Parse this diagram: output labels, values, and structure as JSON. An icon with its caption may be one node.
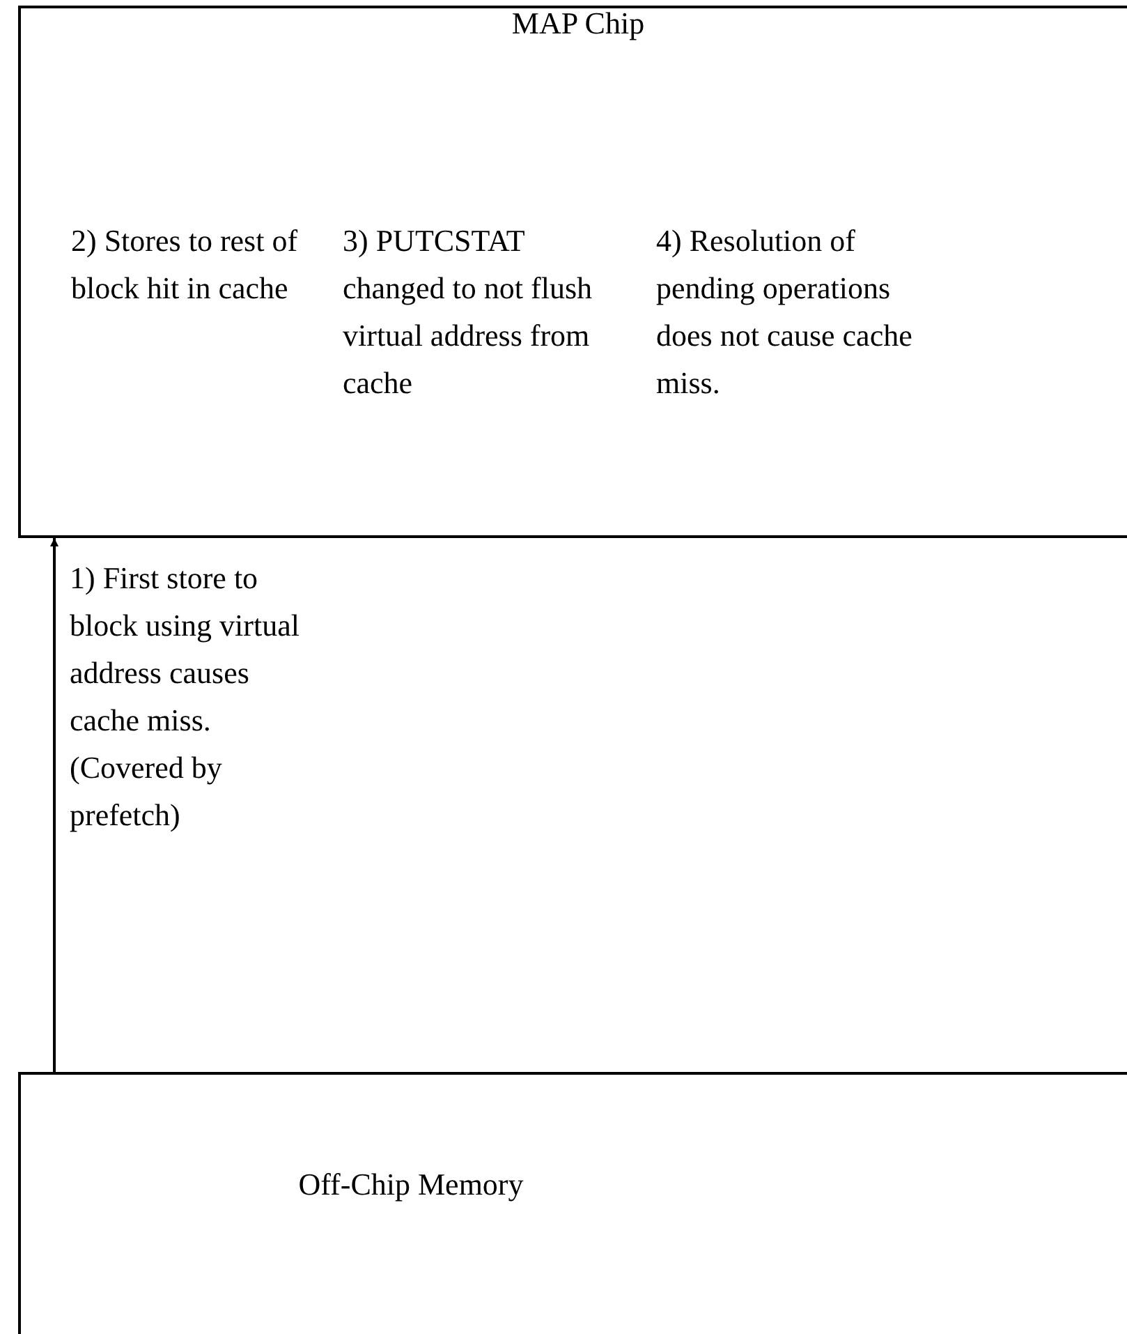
{
  "diagram": {
    "nodes": [
      {
        "text": [
          "MAP Chip",
          "2) Stores to rest of block hit in cache",
          "3) PUTCSTAT changed to not flush virtual address from cache",
          "4) Resolution of pending operations does not cause cache miss."
        ]
      },
      {
        "text": [
          "Off-Chip Memory"
        ]
      }
    ],
    "edges": [
      {
        "from": 1,
        "to": 0,
        "arrow": "to",
        "label": "1) First store to block using virtual address causes cache miss. (Covered by prefetch)"
      }
    ]
  }
}
